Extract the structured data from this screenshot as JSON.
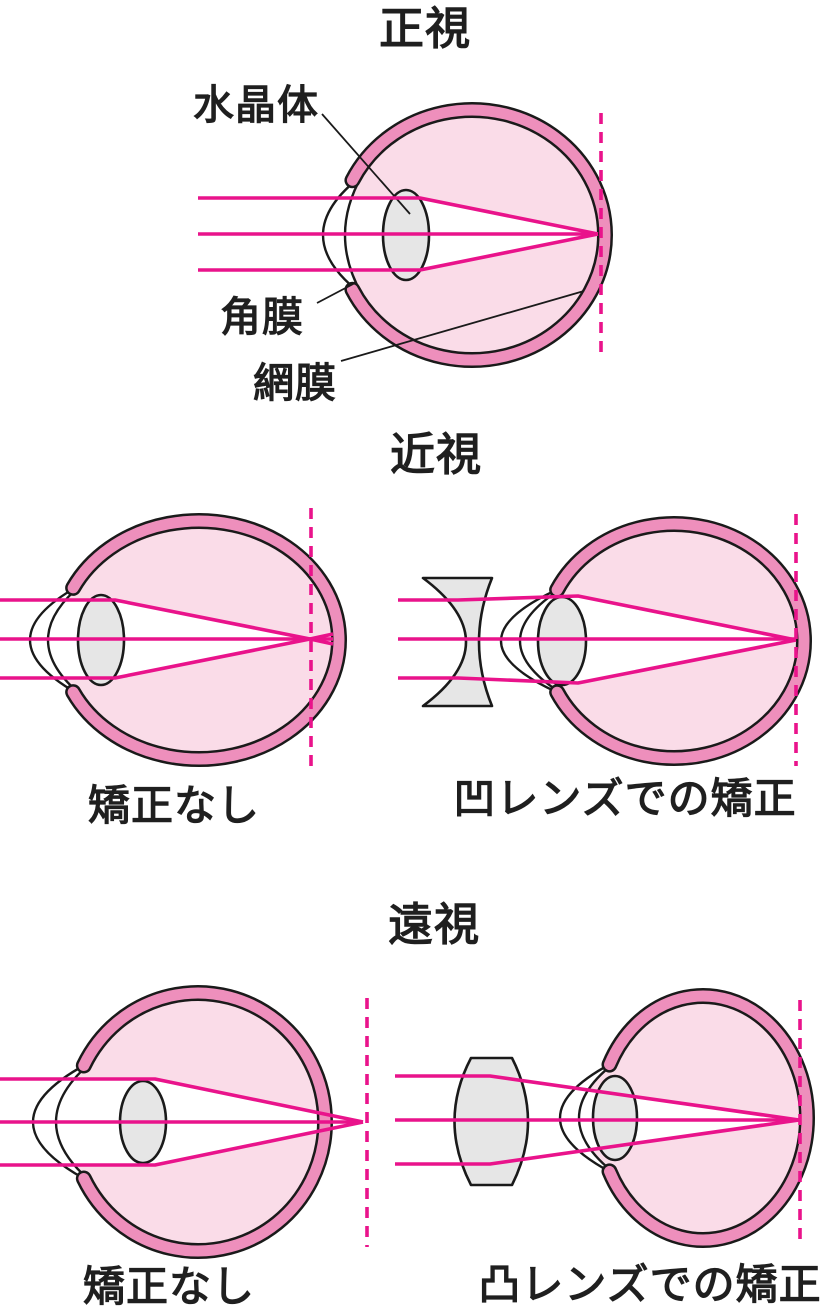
{
  "emmetropia": {
    "title": "正視",
    "lens_label": "水晶体",
    "cornea_label": "角膜",
    "retina_label": "網膜"
  },
  "myopia": {
    "title": "近視",
    "uncorrected_caption": "矯正なし",
    "corrected_caption": "凹レンズでの矯正"
  },
  "hyperopia": {
    "title": "遠視",
    "uncorrected_caption": "矯正なし",
    "corrected_caption": "凸レンズでの矯正"
  },
  "colors": {
    "sclera_band_pink": "#EE8FBC",
    "eye_interior_pink": "#FADCE8",
    "ray_magenta": "#E9138B",
    "lens_gray": "#E6E6E6",
    "outline_black": "#1A1A1A",
    "beam_white": "#FFFFFF"
  }
}
